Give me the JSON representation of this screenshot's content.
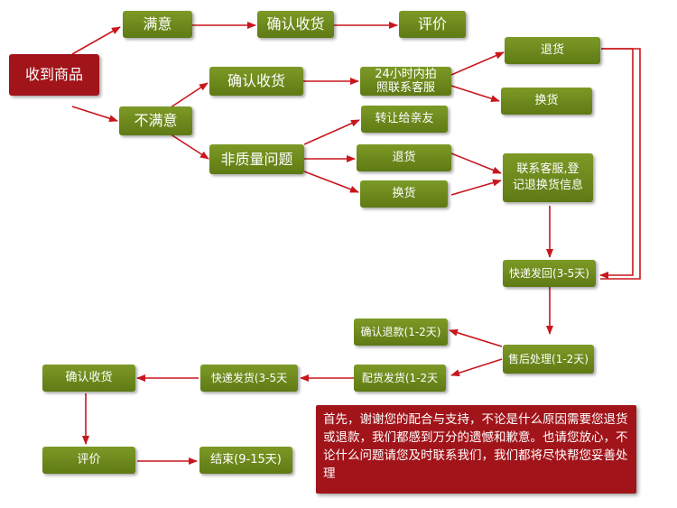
{
  "nodes": {
    "receive": "收到商品",
    "satisfied": "满意",
    "confirm_top": "确认收货",
    "review_top": "评价",
    "unsatisfied": "不满意",
    "confirm_mid": "确认收货",
    "contact_24h": "24小时内拍\n照联系客服",
    "return_top": "退货",
    "exchange_top": "换货",
    "non_quality": "非质量问题",
    "transfer": "转让给亲友",
    "return_mid": "退货",
    "exchange_mid": "换货",
    "register": "联系客服,登\n记退换货信息",
    "express_back": "快递发回(3-5天)",
    "confirm_refund": "确认退款(1-2天)",
    "after_sale": "售后处理(1-2天)",
    "ship_out": "配货发货(1-2天",
    "express_out": "快递发货(3-5天",
    "confirm_bottom": "确认收货",
    "review_bottom": "评价",
    "end": "结束(9-15天)"
  },
  "note": "首先，谢谢您的配合与支持，不论是什么原因需要您退货或退款，我们都感到万分的遗憾和歉意。也请您放心，不论什么问题请您及时联系我们，我们都将尽快帮您妥善处理",
  "colors": {
    "green": "#6e8a1c",
    "red": "#a1141a",
    "arrow": "#c8161d"
  }
}
